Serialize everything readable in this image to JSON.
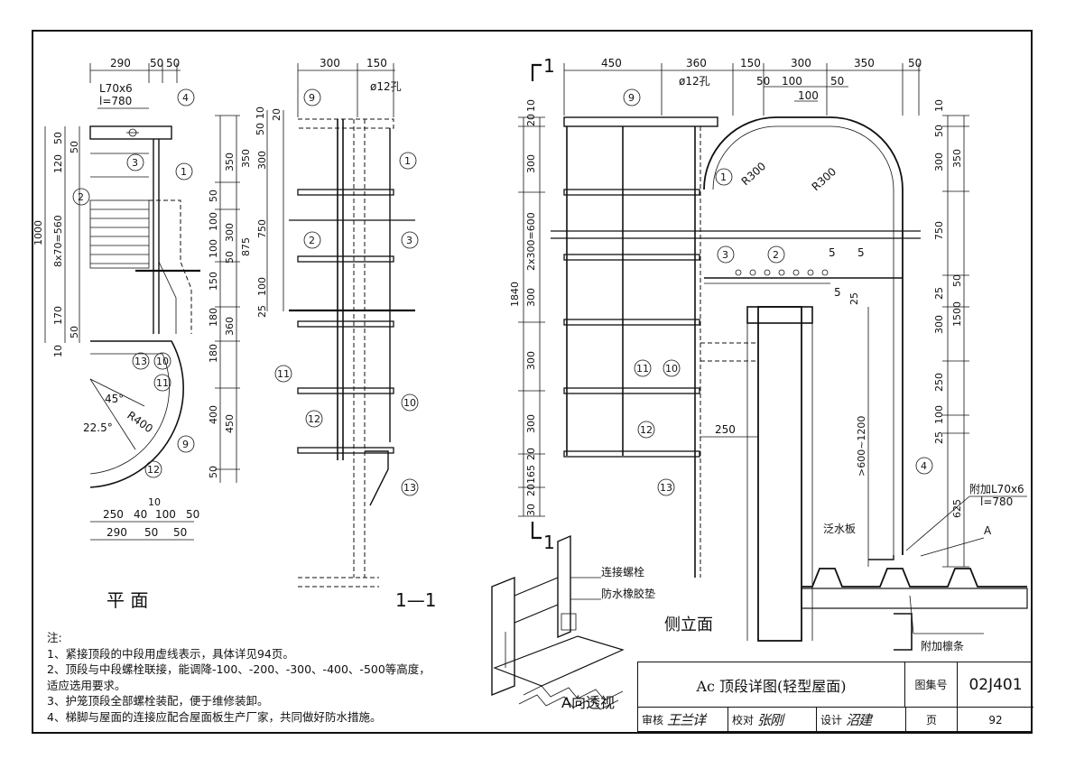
{
  "plan": {
    "title": "平 面",
    "dims_top": [
      "290",
      "50",
      "50"
    ],
    "dims_bottom_1": [
      "250",
      "40",
      "10",
      "100",
      "50"
    ],
    "dims_bottom_2": [
      "290",
      "50",
      "50"
    ],
    "dims_left": [
      "50",
      "50",
      "120",
      "8x70=560",
      "170",
      "50",
      "10",
      "1000"
    ],
    "dims_right": [
      "350",
      "50",
      "100",
      "300",
      "100",
      "50",
      "150",
      "180",
      "360",
      "180",
      "400",
      "450",
      "50"
    ],
    "angle_labels": [
      "45°",
      "22.5°"
    ],
    "radius_label": "R400",
    "part_label_l70": "L70x6",
    "part_label_l": "l=780"
  },
  "section": {
    "title": "1—1",
    "dims_top": [
      "300",
      "150"
    ],
    "hole_label": "ø12孔",
    "dims_left": [
      "10",
      "20",
      "50",
      "350",
      "300",
      "750",
      "875",
      "100",
      "25"
    ]
  },
  "side": {
    "title": "侧立面",
    "section_mark": "1",
    "dims_top": [
      "450",
      "360",
      "150",
      "300",
      "350",
      "50"
    ],
    "dims_top_2": [
      "50",
      "100",
      "50",
      "100"
    ],
    "hole_label": "ø12孔",
    "dims_left": [
      "10",
      "20",
      "300",
      "2x300=600",
      "1840",
      "300",
      "300",
      "300",
      "20",
      "165",
      "20",
      "30"
    ],
    "dims_right": [
      "10",
      "50",
      "300",
      "350",
      "750",
      "25",
      "50",
      "300",
      "1500",
      "250",
      "100",
      "25",
      "625"
    ],
    "radius_labels": [
      "R300",
      "R300"
    ],
    "dim_250": "250",
    "range_label": ">600~1200",
    "weld_labels": [
      "5",
      "5",
      "5"
    ],
    "flashing_label": "泛水板",
    "extra_angle_label": "附加L70x6",
    "extra_angle_len": "l=780",
    "extra_purlin_label": "附加檩条",
    "view_arrow": "A",
    "extra_25": "25"
  },
  "perspective": {
    "title": "A向透视",
    "label_bolt": "连接螺栓",
    "label_gasket": "防水橡胶垫"
  },
  "callouts": [
    "1",
    "2",
    "3",
    "4",
    "9",
    "10",
    "11",
    "12",
    "13"
  ],
  "notes": {
    "heading": "注:",
    "items": [
      "1、紧接顶段的中段用虚线表示，具体详见94页。",
      "2、顶段与中段螺栓联接，能调降-100、-200、-300、-400、-500等高度，",
      "    适应选用要求。",
      "3、护笼顶段全部螺栓装配，便于维修装卸。",
      "4、梯脚与屋面的连接应配合屋面板生产厂家，共同做好防水措施。"
    ]
  },
  "title_block": {
    "title": "Ac 顶段详图(轻型屋面)",
    "atlas_label": "图集号",
    "atlas_no": "02J401",
    "review_label": "审核",
    "review_sig": "王兰详",
    "check_label": "校对",
    "check_sig": "张刚",
    "design_label": "设计",
    "design_sig": "沼建",
    "page_label": "页",
    "page_no": "92"
  }
}
